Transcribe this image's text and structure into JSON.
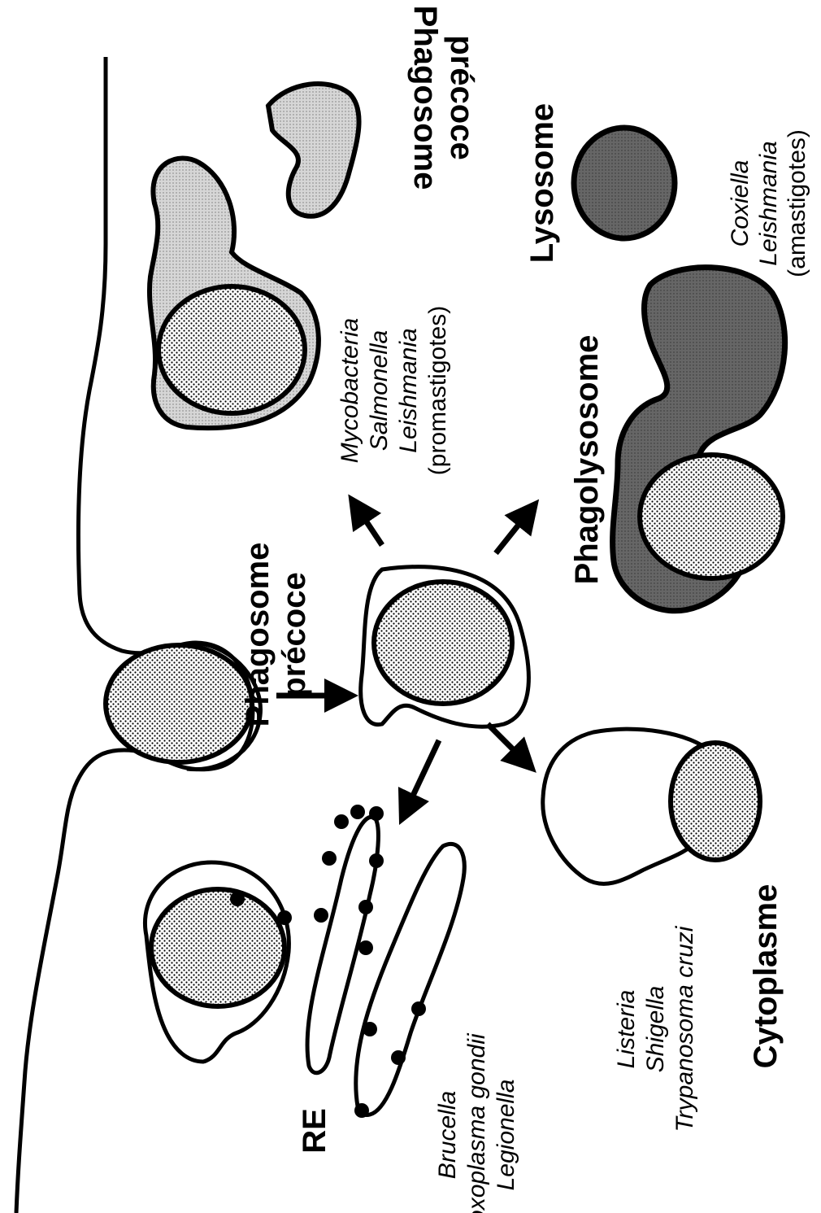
{
  "labels": {
    "phagosome_precoce_1_line1": "Phagosome",
    "phagosome_precoce_1_line2": "précoce",
    "phagosome_precoce_2_line1": "Phagosome",
    "phagosome_precoce_2_line2": "précoce",
    "lysosome": "Lysosome",
    "phagolysosome": "Phagolysosome",
    "re": "RE",
    "cytoplasme": "Cytoplasme"
  },
  "organisms": {
    "precoce_group": [
      "Mycobacteria",
      "Salmonella",
      "Leishmania"
    ],
    "precoce_group_note": "(promastigotes)",
    "lysosome_group": [
      "Coxiella",
      "Leishmania"
    ],
    "lysosome_group_note": "(amastigotes)",
    "re_group": [
      "Brucella",
      "Toxoplasma gondii",
      "Legionella"
    ],
    "cyto_group": [
      "Listeria",
      "Shigella",
      "Trypanosoma cruzi"
    ]
  },
  "colors": {
    "ink": "#000000",
    "light_gray": "#c8c8c8",
    "dark_gray": "#5a5a5a",
    "background": "#ffffff"
  }
}
